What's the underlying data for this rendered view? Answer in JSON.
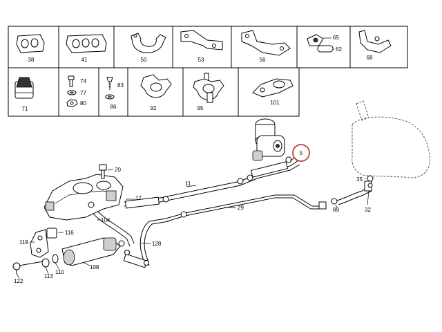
{
  "grid_labels": {
    "c38": "38",
    "c41": "41",
    "c50": "50",
    "c53": "53",
    "c56": "56",
    "c65": "65",
    "c62": "62",
    "c68": "68",
    "c71": "71",
    "c74": "74",
    "c77": "77",
    "c80": "80",
    "c83": "83",
    "c86": "86",
    "c92": "92",
    "c95": "95",
    "c101": "101"
  },
  "callouts": {
    "p5": "5",
    "p11": "11",
    "p17": "17",
    "p20": "20",
    "p29": "29",
    "p32": "32",
    "p35": "35",
    "p89": "89",
    "p104": "104",
    "p108": "108",
    "p110": "110",
    "p113": "113",
    "p116": "116",
    "p119": "119",
    "p122": "122",
    "p128": "128"
  },
  "highlight": {
    "color": "#c0392b"
  }
}
